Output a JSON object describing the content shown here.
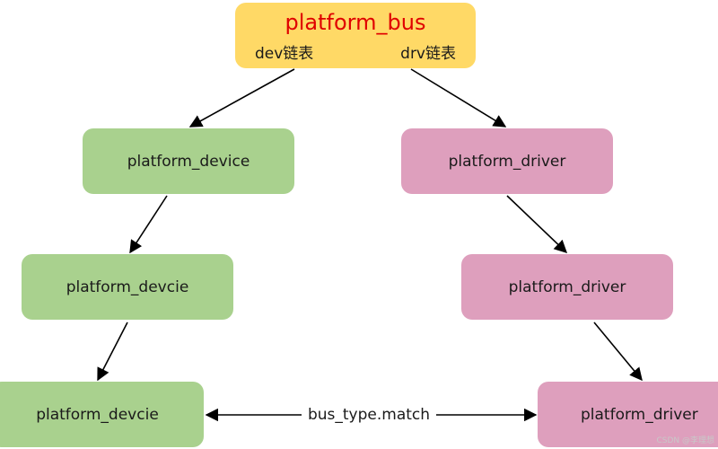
{
  "bus": {
    "title": "platform_bus",
    "left_list": "dev链表",
    "right_list": "drv链表"
  },
  "nodes": {
    "dev1": "platform_device",
    "drv1": "platform_driver",
    "dev2": "platform_devcie",
    "drv2": "platform_driver",
    "dev3": "platform_devcie",
    "drv3": "platform_driver"
  },
  "edge_label": "bus_type.match",
  "watermark": "CSDN @李理想",
  "colors": {
    "bus_fill": "#ffd966",
    "bus_title": "#e00000",
    "device_fill": "#a9d18e",
    "driver_fill": "#de9fbd"
  }
}
